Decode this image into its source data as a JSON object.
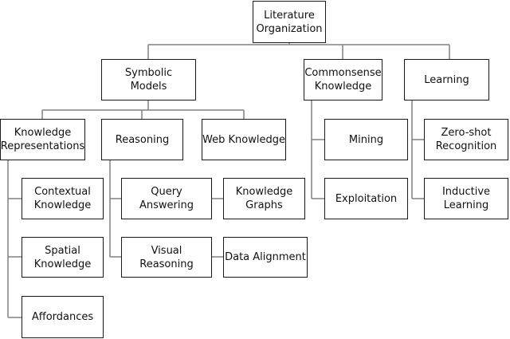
{
  "diagram": {
    "root": {
      "label": "Literature\nOrganization"
    },
    "level1": {
      "symbolic_models": {
        "label": "Symbolic\nModels"
      },
      "commonsense_knowledge": {
        "label": "Commonsense\nKnowledge"
      },
      "learning": {
        "label": "Learning"
      }
    },
    "symbolic_children": {
      "knowledge_representations": {
        "label": "Knowledge\nRepresentations"
      },
      "reasoning": {
        "label": "Reasoning"
      },
      "web_knowledge": {
        "label": "Web Knowledge"
      }
    },
    "knowledge_representation_items": {
      "contextual_knowledge": {
        "label": "Contextual\nKnowledge"
      },
      "spatial_knowledge": {
        "label": "Spatial\nKnowledge"
      },
      "affordances": {
        "label": "Affordances"
      }
    },
    "reasoning_items": {
      "query_answering": {
        "label": "Query\nAnswering"
      },
      "visual_reasoning": {
        "label": "Visual\nReasoning"
      }
    },
    "linked_items": {
      "knowledge_graphs": {
        "label": "Knowledge\nGraphs"
      },
      "data_alignment": {
        "label": "Data Alignment"
      }
    },
    "commonsense_items": {
      "mining": {
        "label": "Mining"
      },
      "exploitation": {
        "label": "Exploitation"
      }
    },
    "learning_items": {
      "zero_shot_recognition": {
        "label": "Zero-shot\nRecognition"
      },
      "inductive_learning": {
        "label": "Inductive\nLearning"
      }
    },
    "colors": {
      "border": "#1a1a1a",
      "connector": "#7f7f7f",
      "background": "#ffffff"
    }
  }
}
